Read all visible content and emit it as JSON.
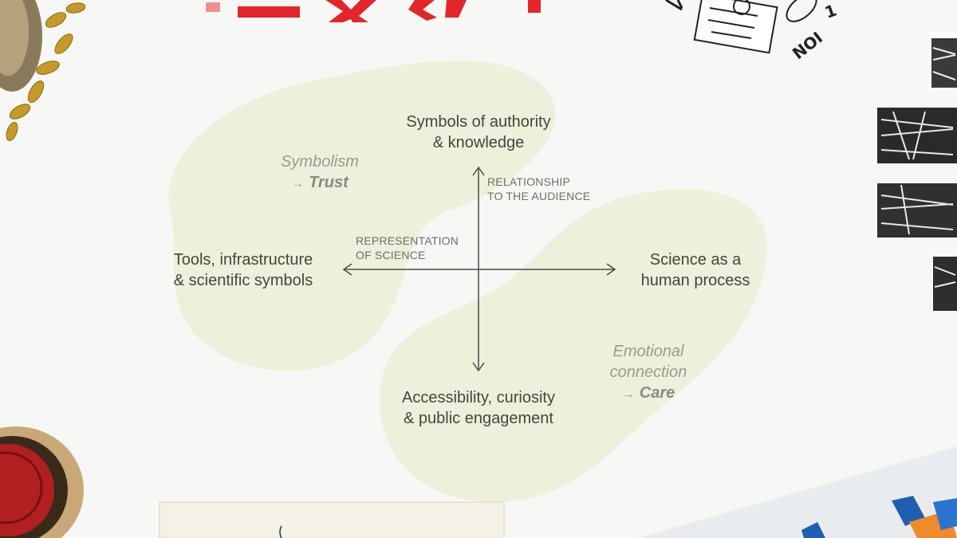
{
  "diagram": {
    "quadrant_labels": {
      "top": [
        "Symbols of authority",
        "& knowledge"
      ],
      "bottom": [
        "Accessibility, curiosity",
        "& public engagement"
      ],
      "left": [
        "Tools, infrastructure",
        "& scientific symbols"
      ],
      "right": [
        "Science as a",
        "human process"
      ]
    },
    "axis_labels": {
      "vertical": [
        "RELATIONSHIP",
        "TO THE AUDIENCE"
      ],
      "horizontal": [
        "REPRESENTATION",
        "OF SCIENCE"
      ]
    },
    "notes": {
      "upper_left": {
        "line1": "Symbolism",
        "arrow": "→",
        "emphasis": "Trust"
      },
      "lower_right": {
        "line1": "Emotional",
        "line2": "connection",
        "arrow": "→",
        "emphasis": "Care"
      }
    },
    "colors": {
      "background": "#f7f7f5",
      "blob": "#eef0dc",
      "axis": "#4a4a44",
      "accent_red": "#e3262b",
      "accent_blue": "#1f5fb0",
      "accent_orange": "#f08a2a"
    }
  }
}
